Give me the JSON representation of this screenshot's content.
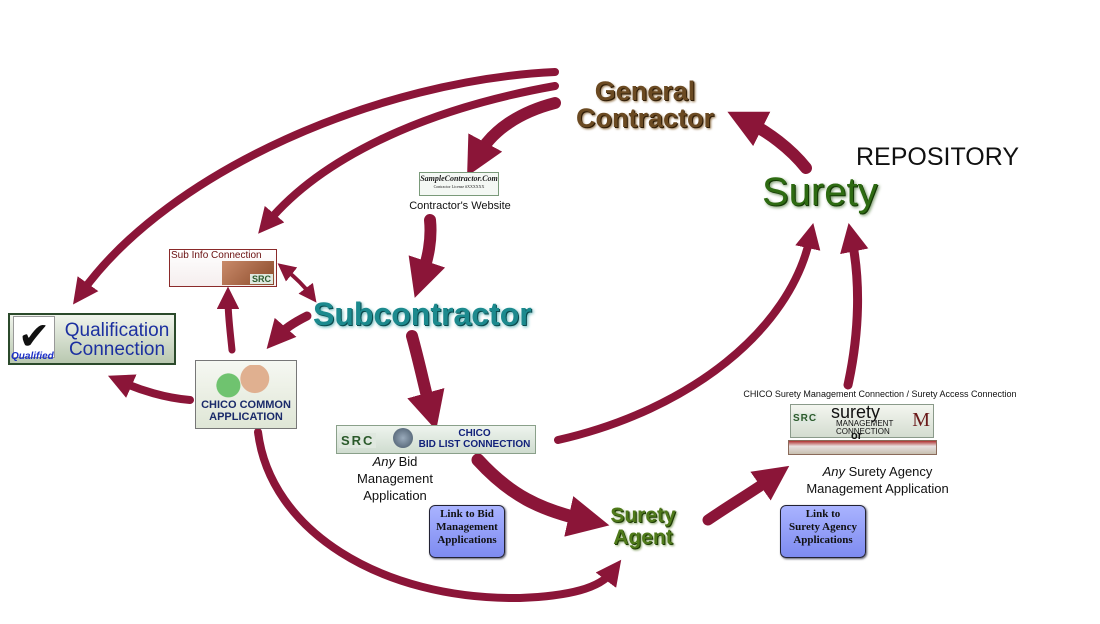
{
  "nodes": {
    "general_contractor": [
      "General",
      "Contractor"
    ],
    "surety": "Surety",
    "repository": "REPOSITORY",
    "subcontractor": "Subcontractor",
    "surety_agent": [
      "Surety",
      "Agent"
    ]
  },
  "contractor_site": {
    "logo_text": "SampleContractor.Com",
    "logo_sub": "Contractor License #XXXXXX",
    "label": "Contractor's Website"
  },
  "sub_info": {
    "title": "Sub Info Connection",
    "badge": "SRC"
  },
  "qualification": {
    "badge": "Qualified",
    "line1": "Qualification",
    "line2": "Connection",
    "check": "✔"
  },
  "chico_common": {
    "line1": "CHICO COMMON",
    "line2": "APPLICATION"
  },
  "bid_list": {
    "badge": "SRC",
    "line1": "CHICO",
    "line2": "BID LIST CONNECTION"
  },
  "any_bid": {
    "any": "Any",
    "rest": " Bid",
    "line2": "Management",
    "line3": "Application"
  },
  "link_bid": [
    "Link to Bid",
    "Management",
    "Applications"
  ],
  "chico_surety_label": "CHICO Surety Management Connection / Surety Access Connection",
  "surety_conn": {
    "badge": "SRC",
    "word": "surety",
    "sub1": "MANAGEMENT",
    "sub2": "CONNECTION",
    "mark": "M",
    "or": "or"
  },
  "any_agency": {
    "any": "Any",
    "rest": " Surety Agency",
    "line2": "Management Application"
  },
  "link_agency": [
    "Link to",
    "Surety Agency",
    "Applications"
  ],
  "colors": {
    "arrow": "#8b1538",
    "arrow_dark": "#5a0a22"
  }
}
